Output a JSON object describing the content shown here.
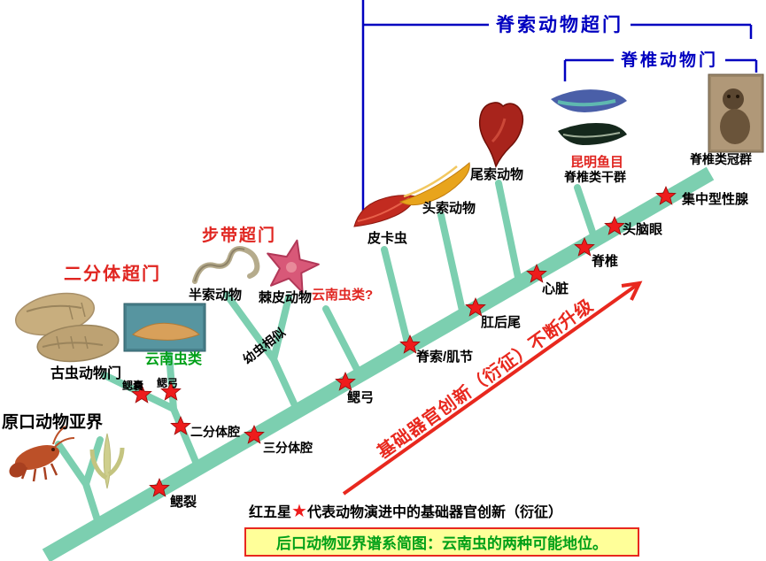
{
  "brackets": {
    "chordate": "脊索动物超门",
    "vertebrate": "脊椎动物门"
  },
  "clades": {
    "protostome": "原口动物亚界",
    "vetulicolia": "古虫动物门",
    "yunnanozoa_green": "云南虫类",
    "bipartite_superphylum": "二分体超门",
    "hemichordata": "半索动物",
    "echinodermata": "棘皮动物",
    "ambulacraria_superphylum": "步带超门",
    "yunnanozoa_question": "云南虫类?",
    "larva_similar": "幼虫相似",
    "pikaia": "皮卡虫",
    "cephalochordata": "头索动物",
    "urochordata": "尾索动物",
    "myllokunmingiida": "昆明鱼目",
    "vertebrate_stem": "脊椎类干群",
    "vertebrate_crown": "脊椎类冠群"
  },
  "innovations": {
    "gill_slits": "鳃裂",
    "gill_pouch": "鳃囊",
    "gill_arch_upper": "鳃弓",
    "bipartite_coelom": "二分体腔",
    "tripartite_coelom": "三分体腔",
    "gill_arch": "鳃弓",
    "notochord_myomere": "脊索/肌节",
    "postanal_tail": "肛后尾",
    "heart": "心脏",
    "vertebra": "脊椎",
    "head_brain_eye": "头脑眼",
    "gonad": "集中型性腺"
  },
  "arrow_text": "基础器官创新（衍征）不断升级",
  "legend": {
    "prefix": "红五星",
    "star": "★",
    "suffix": "代表动物演进中的基础器官创新（衍征）"
  },
  "caption": "后口动物亚界谱系简图：云南虫的两种可能地位。",
  "colors": {
    "trunk": "#7ccfb0",
    "bracket_blue": "#0000c0",
    "highlight_red": "#e8281e",
    "label_green": "#00a018",
    "caption_bg": "#ffff99"
  }
}
